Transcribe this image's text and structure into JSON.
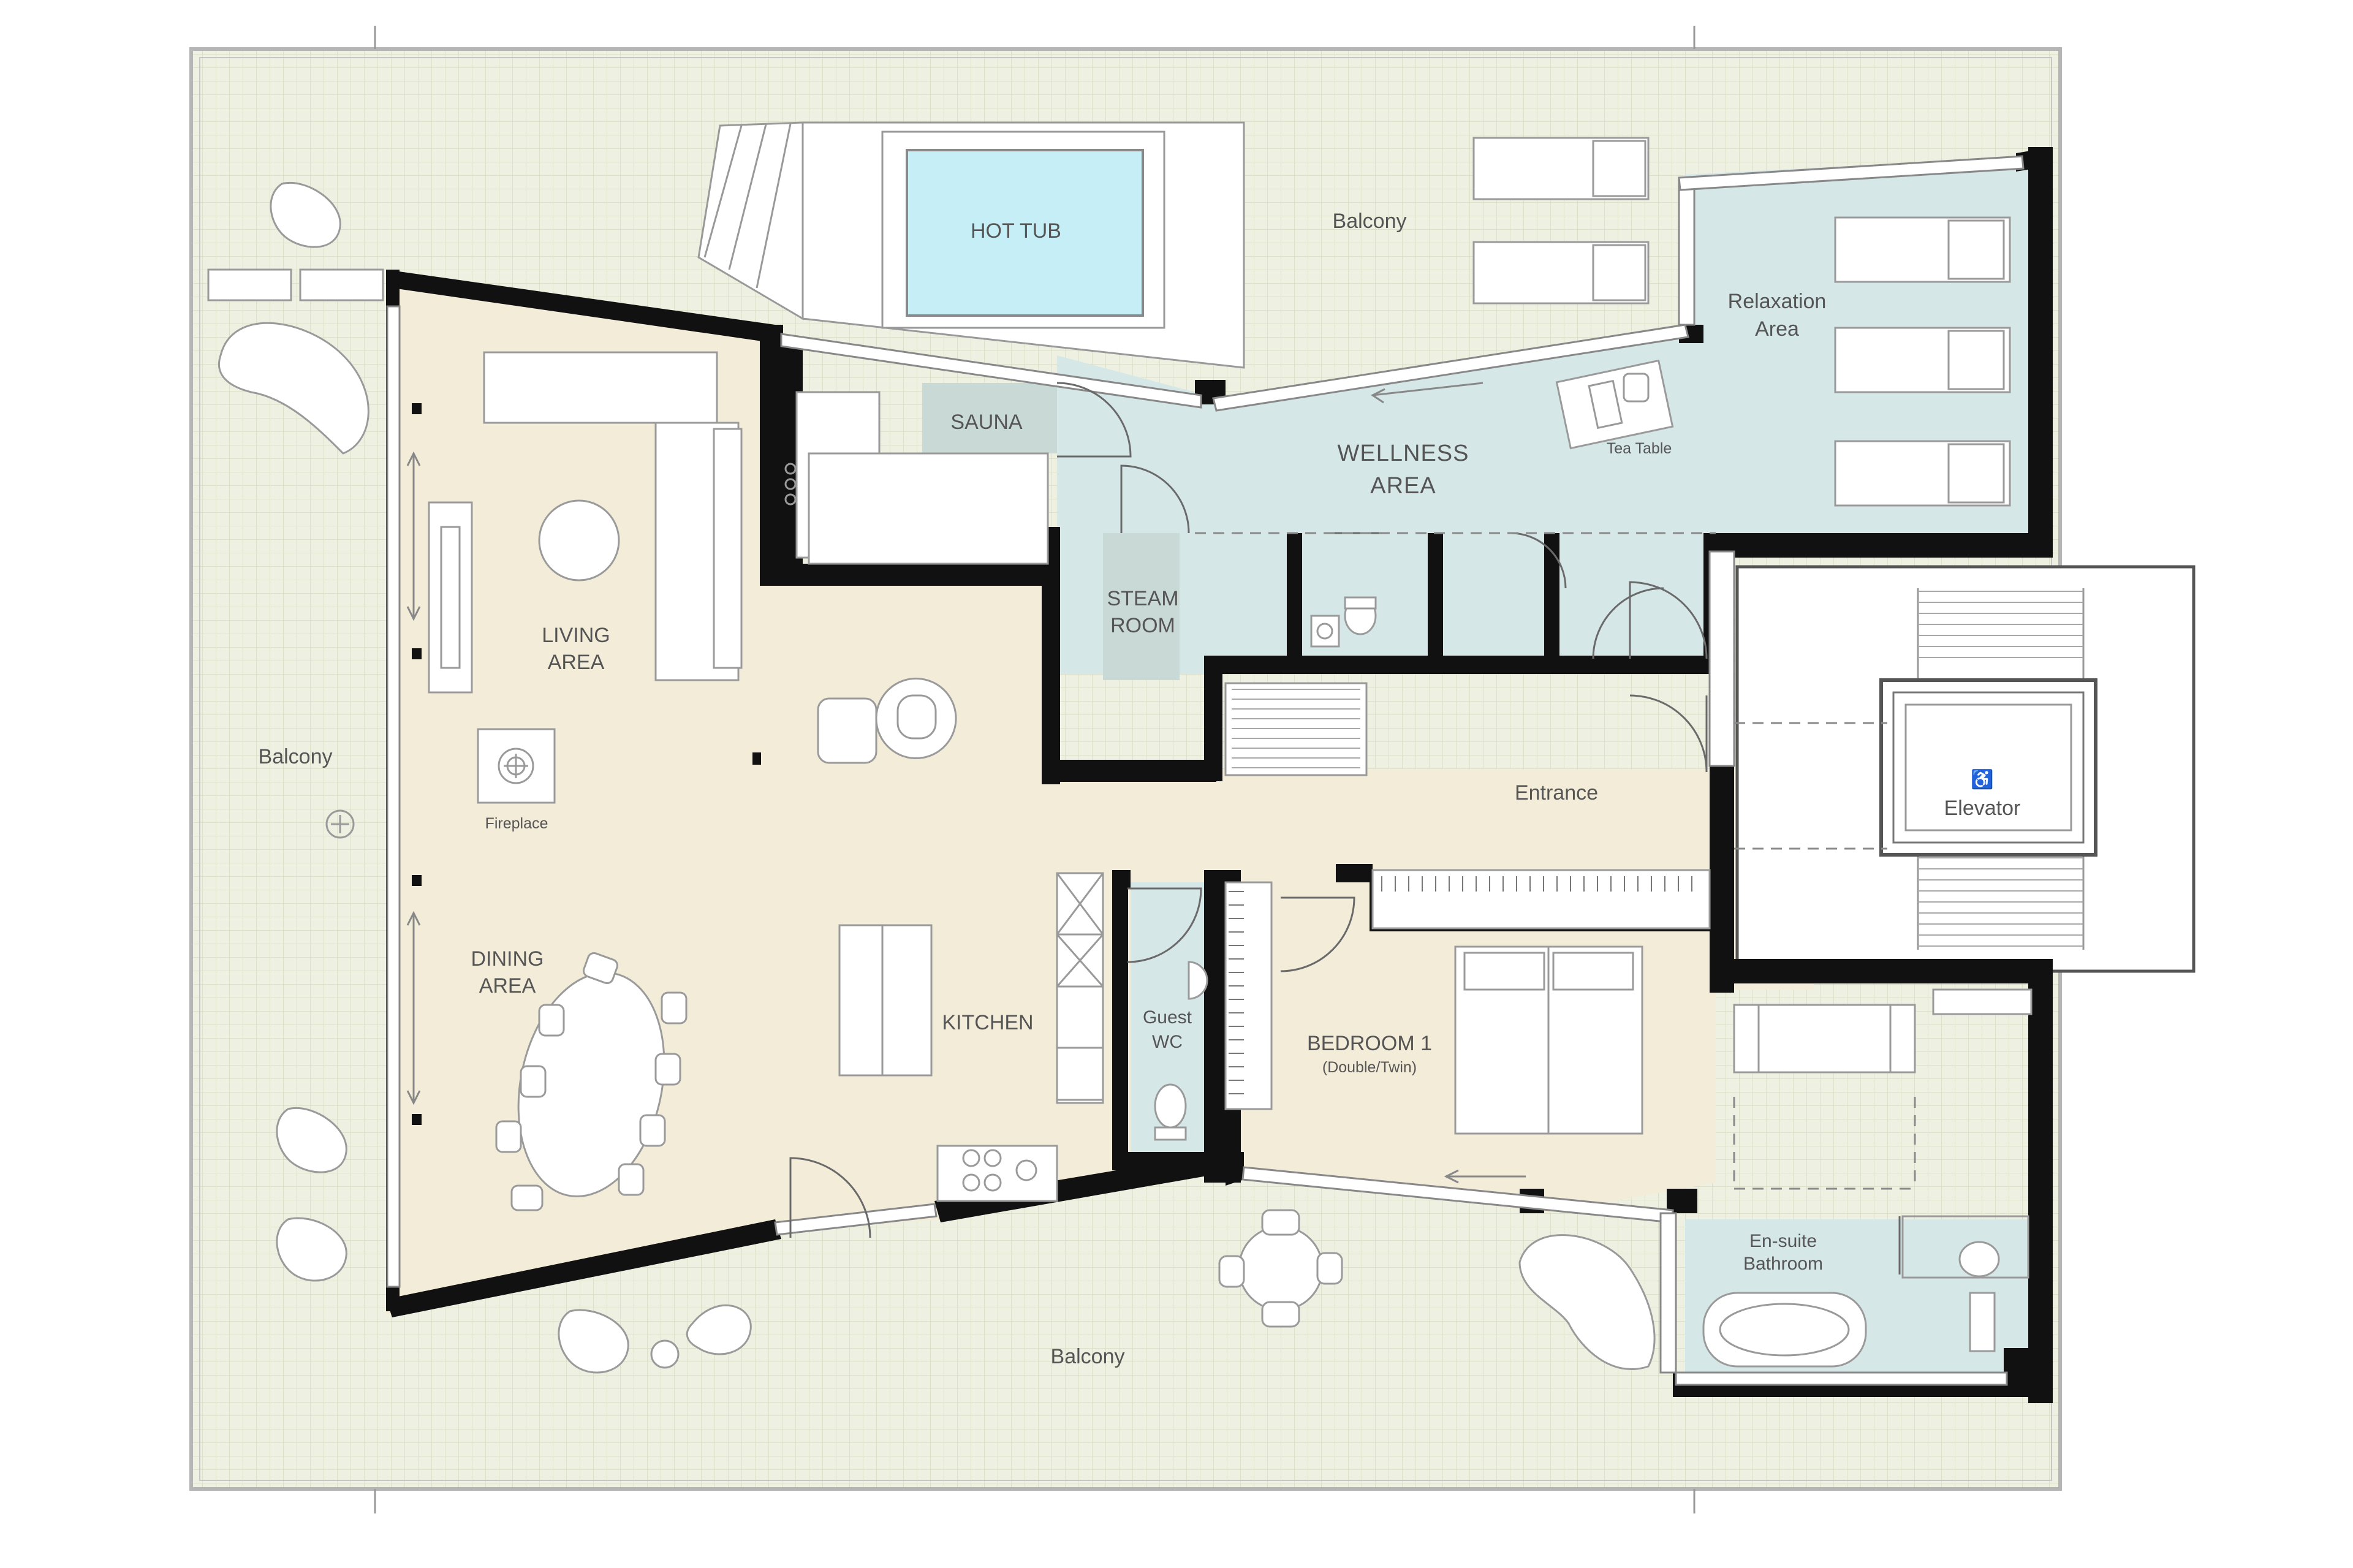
{
  "colors": {
    "balcony": "#eef0e2",
    "living": "#f3ecd9",
    "wellness": "#d6e7e8",
    "sauna": "#c9d9d6",
    "wall": "#111111",
    "hottub": "#c5eef7",
    "label": "#555555"
  },
  "labels": {
    "balcony_top": "Balcony",
    "balcony_left": "Balcony",
    "balcony_bottom": "Balcony",
    "hot_tub": "HOT TUB",
    "relaxation_line1": "Relaxation",
    "relaxation_line2": "Area",
    "sauna": "SAUNA",
    "wellness_line1": "WELLNESS",
    "wellness_line2": "AREA",
    "tea_table": "Tea Table",
    "steam_line1": "STEAM",
    "steam_line2": "ROOM",
    "living_line1": "LIVING",
    "living_line2": "AREA",
    "fireplace": "Fireplace",
    "entrance": "Entrance",
    "elevator": "Elevator",
    "dining_line1": "DINING",
    "dining_line2": "AREA",
    "kitchen": "KITCHEN",
    "guest_wc_line1": "Guest",
    "guest_wc_line2": "WC",
    "bedroom_line1": "BEDROOM 1",
    "bedroom_line2": "(Double/Twin)",
    "ensuite_line1": "En-suite",
    "ensuite_line2": "Bathroom"
  },
  "icons": {
    "elevator_symbol": "wheelchair-icon",
    "elevator_glyph": "♿"
  }
}
